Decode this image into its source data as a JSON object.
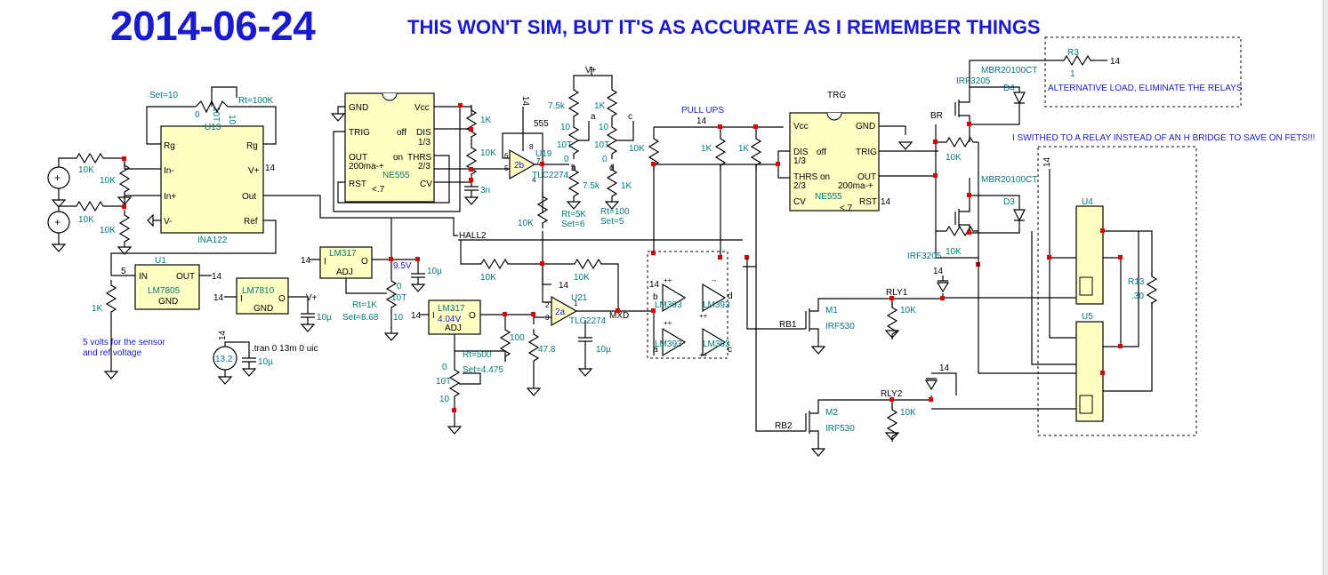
{
  "header": {
    "date": "2014-06-24",
    "subtitle": "THIS WON'T SIM, BUT IT'S AS ACCURATE AS I REMEMBER THINGS"
  },
  "notes": {
    "alt_load": "ALTERNATIVE LOAD, ELIMINATE THE RELAYS",
    "relay_note": "I SWITHED TO A RELAY INSTEAD OF AN H BRIDGE TO SAVE ON FETS!!!",
    "pull_ups": "PULL UPS",
    "sensor_note_1": "5 volts for the sensor",
    "sensor_note_2": "and ref voltage",
    "tran": ".tran 0 13m 0 uic"
  },
  "nets": {
    "hall2": "HALL2",
    "trg": "TRG",
    "mxd": "MXD",
    "br": "BR",
    "rb1": "RB1",
    "rb2": "RB2",
    "rly1": "RLY1",
    "rly2": "RLY2",
    "vplus": "V+",
    "n14": "14",
    "n5": "5",
    "a": "a",
    "b": "b",
    "c": "c",
    "d": "d"
  },
  "ina122": {
    "ref": "U13",
    "name": "INA122",
    "rg": "Rg",
    "inm": "In-",
    "inp": "In+",
    "vm": "V-",
    "vp": "V+",
    "out": "Out",
    "refpin": "Ref",
    "set": "Set=10",
    "rt": "Rt=100K",
    "pot_top": "0",
    "pot_mid": "10T",
    "pot_bot": "10"
  },
  "ne555_1": {
    "name": "NE555",
    "gnd": "GND",
    "vcc": "Vcc",
    "trig": "TRIG",
    "off": "off",
    "dis": "DIS",
    "dis_frac": "1/3",
    "out": "OUT",
    "out_i": "200ma-+",
    "on": "on",
    "thrs": "THRS",
    "thrs_frac": "2/3",
    "rst": "RST",
    "cv": "CV",
    "v": "<.7"
  },
  "ne555_2": {
    "name": "NE555",
    "vcc": "Vcc",
    "gnd": "GND",
    "dis": "DIS",
    "dis_frac": "1/3",
    "off": "off",
    "trig": "TRIG",
    "thrs": "THRS",
    "thrs_frac": "2/3",
    "on": "on",
    "out": "OUT",
    "out_i": "200ma-+",
    "cv": "CV",
    "rst": "RST",
    "v": "<.7",
    "rst_net": "14"
  },
  "lm7805": {
    "ref": "U1",
    "name": "LM7805",
    "in": "IN",
    "out": "OUT",
    "gnd": "GND"
  },
  "lm7810": {
    "name": "LM7810",
    "i": "I",
    "o": "O",
    "gnd": "GND"
  },
  "lm317_1": {
    "name": "LM317",
    "i": "I",
    "o": "O",
    "adj": "ADJ",
    "v": "9.5V",
    "rt": "Rt=1K",
    "set": "Set=8.68",
    "pot_top": "0",
    "pot_mid": "10T",
    "pot_bot": "10"
  },
  "lm317_2": {
    "name": "LM317",
    "i": "I",
    "o": "O",
    "adj": "ADJ",
    "v": "4.04V",
    "rt": "Rt=500",
    "set": "Set=4.475",
    "pot_top": "0",
    "pot_mid": "10T",
    "pot_bot": "10"
  },
  "opamps": {
    "u19": "U19",
    "u19b": "2b",
    "u21": "U21",
    "u21a": "2a",
    "tlc": "TLC2274",
    "p8": "8",
    "p7": "7",
    "p6": "6",
    "p5": "5",
    "p4": "4",
    "p1": "1",
    "p2": "2",
    "p3": "3",
    "p555": "555"
  },
  "lm393": {
    "name": "LM393",
    "pp": "++",
    "mm": "--"
  },
  "pots_mid": {
    "rt1": "Rt=5K",
    "set1": "Set=6",
    "rt2": "Rt=100",
    "set2": "Set=5",
    "z": "0",
    "ten": "10",
    "tent": "10T"
  },
  "mosfets": {
    "irf3205": "IRF3205",
    "irf530": "IRF530",
    "m1": "M1",
    "m2": "M2"
  },
  "diodes": {
    "mbr": "MBR20100CT",
    "d4": "D4",
    "d3": "D3"
  },
  "relays": {
    "u4": "U4",
    "u5": "U5"
  },
  "resistors": {
    "r10k": "10K",
    "r1k": "1K",
    "r75k": "7.5k",
    "r3": "R3",
    "r3v": "1",
    "r13": "R13",
    "r13v": ".30",
    "r100": "100",
    "r478": "47.8"
  },
  "caps": {
    "c10u": "10µ",
    "c3n": "3n"
  },
  "battery": {
    "v": "13.2"
  }
}
